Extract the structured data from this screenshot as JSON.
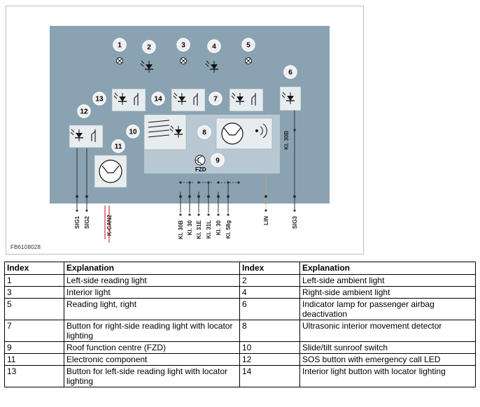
{
  "figure": {
    "code": "FB6108028",
    "colors": {
      "module_bg": "#8aa3b3",
      "panel_bg": "#b7c8d2",
      "wire": "#333333",
      "can_wire": "#cc3333",
      "lin_wire": "#d9a54a",
      "badge_bg": "#eeeeee",
      "icon_box_bg": "#e7ecef"
    },
    "components": [
      {
        "id": "1",
        "icon": "lamp-icon"
      },
      {
        "id": "2",
        "icon": "led-icon"
      },
      {
        "id": "3",
        "icon": "lamp-icon"
      },
      {
        "id": "4",
        "icon": "led-icon"
      },
      {
        "id": "5",
        "icon": "lamp-icon"
      },
      {
        "id": "6",
        "icon": "led-icon"
      },
      {
        "id": "7",
        "icon": "led-switch-icon"
      },
      {
        "id": "8",
        "icon": "ultrasonic-sensor-icon"
      },
      {
        "id": "9",
        "icon": "transistor-icon"
      },
      {
        "id": "10",
        "icon": "switch-block-icon"
      },
      {
        "id": "11",
        "icon": "transistor-icon"
      },
      {
        "id": "12",
        "icon": "led-switch-icon"
      },
      {
        "id": "13",
        "icon": "led-switch-icon"
      },
      {
        "id": "14",
        "icon": "led-switch-icon"
      }
    ],
    "module_label": "FZD",
    "kl30b_internal_label": "Kl. 30B",
    "pins": [
      "SIG1",
      "SIG2",
      "K-CAN2",
      "Kl. 30B",
      "Kl. 30",
      "Kl. 31E",
      "Kl. 31L",
      "Kl. 30",
      "Kl. 58g",
      "LIN",
      "SIG3"
    ]
  },
  "table": {
    "headers": [
      "Index",
      "Explanation",
      "Index",
      "Explanation"
    ],
    "rows": [
      [
        "1",
        "Left-side reading light",
        "2",
        "Left-side ambient light"
      ],
      [
        "3",
        "Interior light",
        "4",
        "Right-side ambient light"
      ],
      [
        "5",
        "Reading light, right",
        "6",
        "Indicator lamp for passenger airbag deactivation"
      ],
      [
        "7",
        "Button for right-side reading light with locator lighting",
        "8",
        "Ultrasonic interior movement detector"
      ],
      [
        "9",
        "Roof function centre (FZD)",
        "10",
        "Slide/tilt sunroof switch"
      ],
      [
        "11",
        "Electronic component",
        "12",
        "SOS button with emergency call LED"
      ],
      [
        "13",
        "Button for left-side reading light with locator lighting",
        "14",
        "Interior light button with locator lighting"
      ]
    ]
  }
}
